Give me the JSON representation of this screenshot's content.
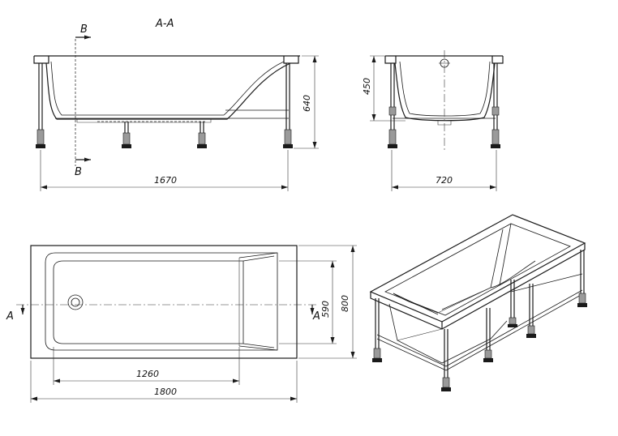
{
  "section": {
    "title": "A-A",
    "cut_b": "B",
    "cut_a": "A"
  },
  "dimensions": {
    "side_length": "1670",
    "side_height": "640",
    "end_height": "450",
    "end_width": "720",
    "plan_inner_length": "1260",
    "plan_length": "1800",
    "plan_inner_width": "590",
    "plan_width": "800"
  }
}
